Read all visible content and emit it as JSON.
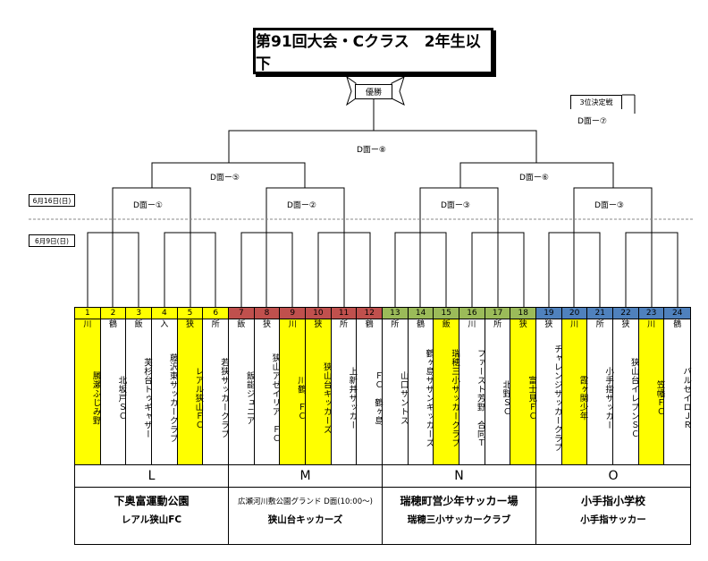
{
  "title": "第91回大会・Cクラス　2年生以下",
  "final_label": "優勝",
  "third_place": {
    "label": "3位決定戦",
    "match": "D面ー⑦"
  },
  "matches": {
    "final": "D面ー⑧",
    "semi_left": "D面ー⑤",
    "semi_right": "D面ー⑥",
    "q1": "D面ー①",
    "q2": "D面ー②",
    "q3": "D面ー③",
    "q4": "D面ー③"
  },
  "dates": {
    "round2": "6月16日(日)",
    "round1": "6月9日(日)"
  },
  "teams": [
    {
      "num": "1",
      "city": "川",
      "name": "勝瀬ふじみ野",
      "hl": true
    },
    {
      "num": "2",
      "city": "鶴",
      "name": "北坂戸ＳＣ",
      "hl": false
    },
    {
      "num": "3",
      "city": "飯",
      "name": "芙杉台トゥギャザー",
      "hl": false
    },
    {
      "num": "4",
      "city": "入",
      "name": "藤沢東サッカークラブ",
      "hl": false
    },
    {
      "num": "5",
      "city": "狭",
      "name": "レアル狭山ＦＣ",
      "hl": true
    },
    {
      "num": "6",
      "city": "所",
      "name": "若狭サッカークラブ",
      "hl": false
    },
    {
      "num": "7",
      "city": "飯",
      "name": "飯能ジュニア",
      "hl": false
    },
    {
      "num": "8",
      "city": "狭",
      "name": "狭山アゼイリア　ＦＣ",
      "hl": false
    },
    {
      "num": "9",
      "city": "川",
      "name": "川鶴　ＦＣ",
      "hl": true
    },
    {
      "num": "10",
      "city": "狭",
      "name": "狭山台キッカーズ",
      "hl": true
    },
    {
      "num": "11",
      "city": "所",
      "name": "上新井サッカー",
      "hl": false
    },
    {
      "num": "12",
      "city": "鶴",
      "name": "ＦＣ　鶴ヶ島",
      "hl": false
    },
    {
      "num": "13",
      "city": "所",
      "name": "山口サントス",
      "hl": false
    },
    {
      "num": "14",
      "city": "鶴",
      "name": "鶴ヶ島サザンキッカーズ",
      "hl": false
    },
    {
      "num": "15",
      "city": "飯",
      "name": "瑞穂三小サッカークラブ",
      "hl": true
    },
    {
      "num": "16",
      "city": "川",
      "name": "ファースト芳野　合同Ｔ",
      "hl": false
    },
    {
      "num": "17",
      "city": "所",
      "name": "北野ＳＣ",
      "hl": false
    },
    {
      "num": "18",
      "city": "狭",
      "name": "富士見ＦＣ",
      "hl": true
    },
    {
      "num": "19",
      "city": "狭",
      "name": "チャレンジサッカークラブ",
      "hl": false
    },
    {
      "num": "20",
      "city": "川",
      "name": "霞ヶ関少年",
      "hl": true
    },
    {
      "num": "21",
      "city": "所",
      "name": "小手指サッカー",
      "hl": false
    },
    {
      "num": "22",
      "city": "狭",
      "name": "狭山台イレブンＳＣ",
      "hl": false
    },
    {
      "num": "23",
      "city": "川",
      "name": "笠幡ＦＣ",
      "hl": true
    },
    {
      "num": "24",
      "city": "鶴",
      "name": "バルセイロＪＲ",
      "hl": false
    }
  ],
  "group_colors": [
    "#ffff00",
    "#c0504d",
    "#9bbb59",
    "#4f81bd"
  ],
  "groups": [
    {
      "letter": "L",
      "venue": "下奥富運動公園",
      "host": "レアル狭山FC"
    },
    {
      "letter": "M",
      "venue": "広瀬河川敷公園グランド D面(10:00～)",
      "host": "狭山台キッカーズ"
    },
    {
      "letter": "N",
      "venue": "瑞穂町営少年サッカー場",
      "host": "瑞穂三小サッカークラブ"
    },
    {
      "letter": "O",
      "venue": "小手指小学校",
      "host": "小手指サッカー"
    }
  ]
}
